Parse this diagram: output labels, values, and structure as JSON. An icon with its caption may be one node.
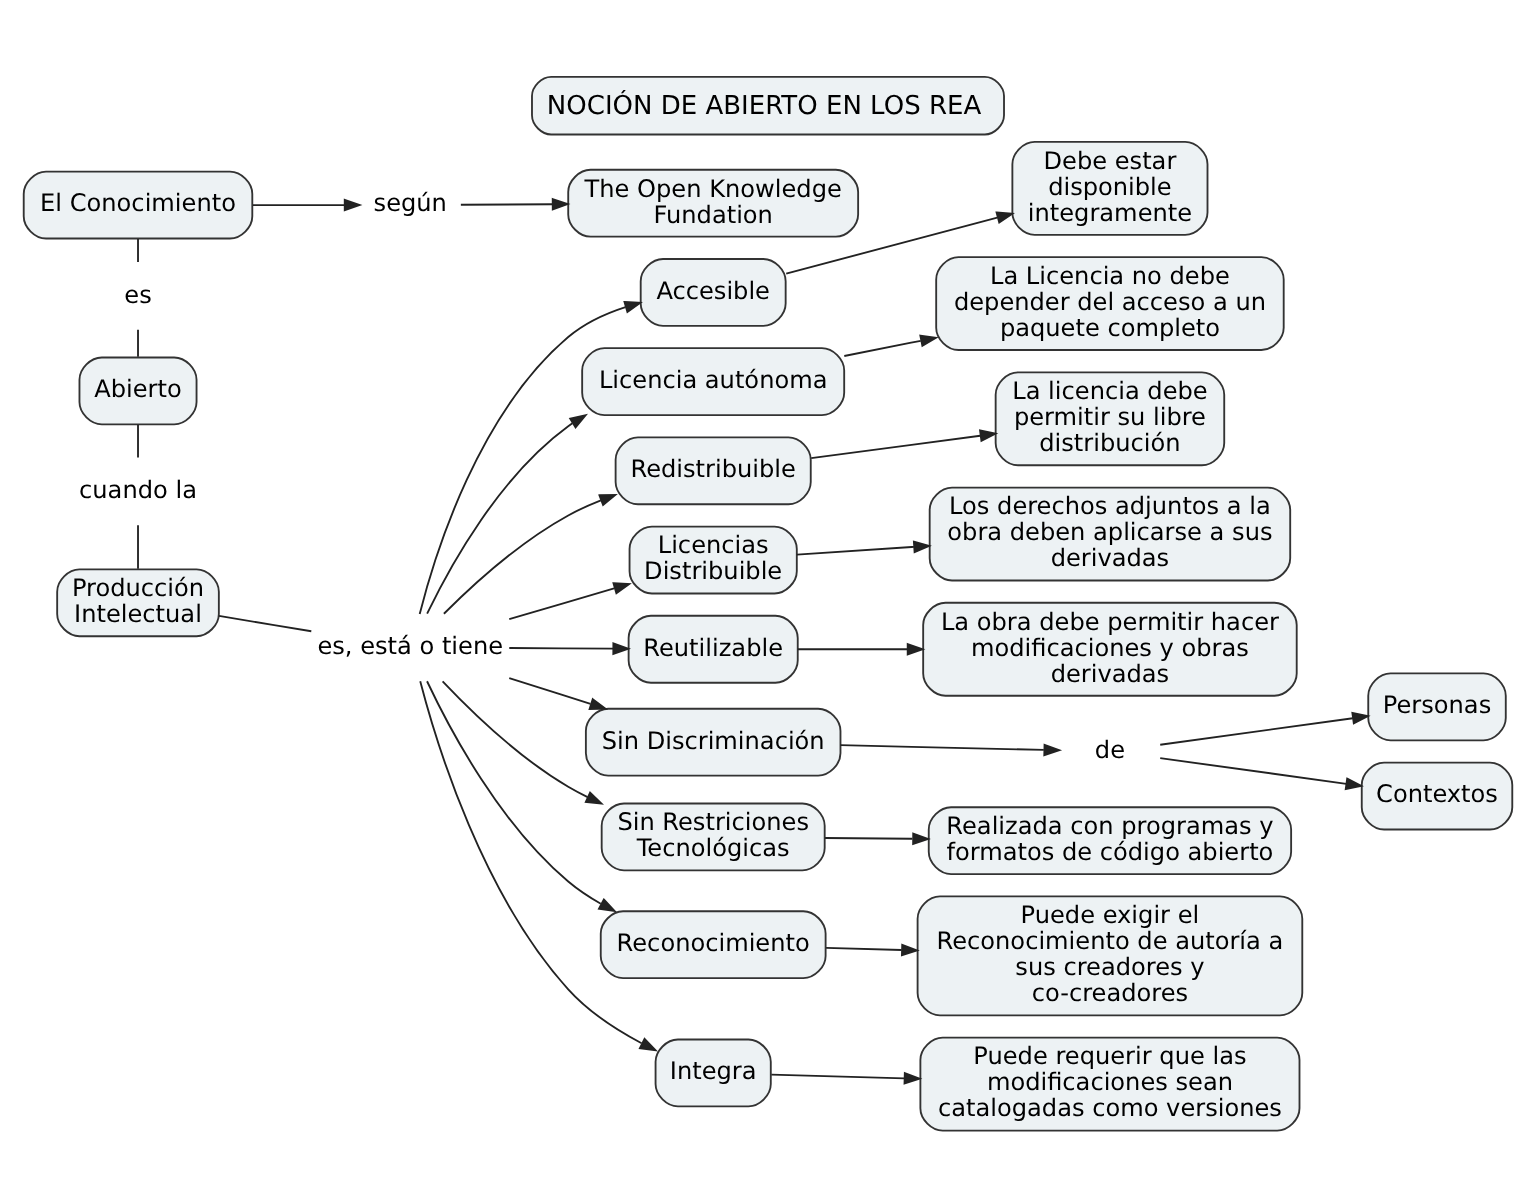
{
  "diagram": {
    "title": "NOCIÓN DE ABIERTO EN LOS REA",
    "nodes": [
      {
        "text": [
          "El Conocimiento"
        ]
      },
      {
        "text": [
          "según"
        ]
      },
      {
        "text": [
          "The Open Knowledge Fundation"
        ]
      },
      {
        "text": [
          "es"
        ]
      },
      {
        "text": [
          "Debe estar disponible integramente"
        ]
      },
      {
        "text": [
          "Accesible"
        ]
      },
      {
        "text": [
          "Abierto"
        ]
      },
      {
        "text": [
          "Licencia autónoma"
        ]
      },
      {
        "text": [
          "La Licencia no debe depender del acceso a un paquete completo"
        ]
      },
      {
        "text": [
          "cuando la"
        ]
      },
      {
        "text": [
          "Producción Intelectual"
        ]
      },
      {
        "text": [
          "La licencia debe permitir su libre distribución"
        ]
      },
      {
        "text": [
          "Redistribuible"
        ]
      },
      {
        "text": [
          "Licencias Distribuible"
        ]
      },
      {
        "text": [
          "Los derechos adjuntos a la obra deben aplicarse a sus derivadas"
        ]
      },
      {
        "text": [
          "es, está o tiene"
        ]
      },
      {
        "text": [
          "La obra debe permitir hacer modificaciones y obras derivadas"
        ]
      },
      {
        "text": [
          "Reutilizable"
        ]
      },
      {
        "text": [
          "Sin Discriminación"
        ]
      },
      {
        "text": [
          "de"
        ]
      },
      {
        "text": [
          "Personas"
        ]
      },
      {
        "text": [
          "Contextos"
        ]
      },
      {
        "text": [
          "Realizada con programas y formatos de código abierto"
        ]
      },
      {
        "text": [
          "Sin Restriciones Tecnológicas"
        ]
      },
      {
        "text": [
          "Reconocimiento"
        ]
      },
      {
        "text": [
          "Integra"
        ]
      },
      {
        "text": [
          "Puede requerir que las modificaciones sean catalogadas como versiones"
        ]
      },
      {
        "text": [
          "Puede exigir el Reconocimiento de autoría a sus creadores y co-creadores"
        ]
      }
    ],
    "edges": [
      {
        "from": 0,
        "to": 1,
        "arrow": "to"
      },
      {
        "from": 1,
        "to": 2,
        "arrow": "to"
      },
      {
        "from": 0,
        "to": 3,
        "arrow": "none"
      },
      {
        "from": 3,
        "to": 6,
        "arrow": "none"
      },
      {
        "from": 6,
        "to": 9,
        "arrow": "none"
      },
      {
        "from": 9,
        "to": 10,
        "arrow": "none"
      },
      {
        "from": 10,
        "to": 15,
        "arrow": "none"
      },
      {
        "from": 15,
        "to": 5,
        "arrow": "to"
      },
      {
        "from": 15,
        "to": 12,
        "arrow": "to"
      },
      {
        "from": 15,
        "to": 17,
        "arrow": "to"
      },
      {
        "from": 15,
        "to": 23,
        "arrow": "to"
      },
      {
        "from": 15,
        "to": 24,
        "arrow": "to"
      },
      {
        "from": 15,
        "to": 25,
        "arrow": "to"
      },
      {
        "from": 15,
        "to": 18,
        "arrow": "to"
      },
      {
        "from": 15,
        "to": 13,
        "arrow": "to"
      },
      {
        "from": 15,
        "to": 7,
        "arrow": "to"
      },
      {
        "from": 5,
        "to": 4,
        "arrow": "to"
      },
      {
        "from": 12,
        "to": 11,
        "arrow": "to"
      },
      {
        "from": 17,
        "to": 16,
        "arrow": "to"
      },
      {
        "from": 23,
        "to": 22,
        "arrow": "to"
      },
      {
        "from": 24,
        "to": 27,
        "arrow": "to"
      },
      {
        "from": 25,
        "to": 26,
        "arrow": "to"
      },
      {
        "from": 18,
        "to": 19,
        "arrow": "to"
      },
      {
        "from": 19,
        "to": 20,
        "arrow": "to"
      },
      {
        "from": 19,
        "to": 21,
        "arrow": "to"
      },
      {
        "from": 7,
        "to": 8,
        "arrow": "to"
      },
      {
        "from": 13,
        "to": 14,
        "arrow": "to"
      }
    ]
  }
}
